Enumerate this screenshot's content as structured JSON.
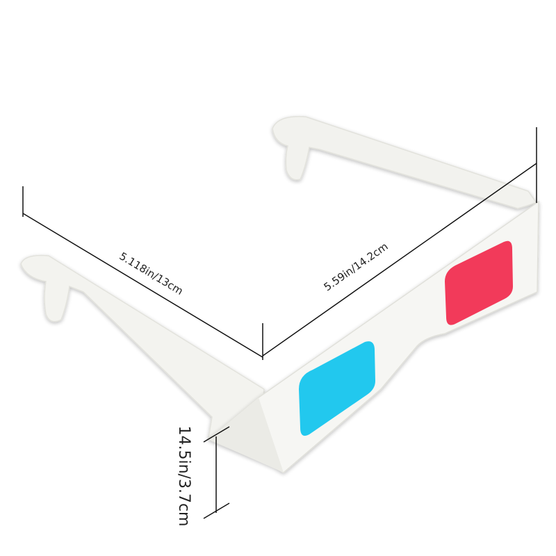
{
  "product": {
    "name": "",
    "lens_colors": {
      "left": "#22c8ee",
      "right": "#f23a5a"
    },
    "frame_color": "#f4f4f1"
  },
  "dimensions": {
    "arm_length": "5.118in/13cm",
    "frame_width": "5.59in/14.2cm",
    "frame_height": "14.5in/3.7cm"
  }
}
